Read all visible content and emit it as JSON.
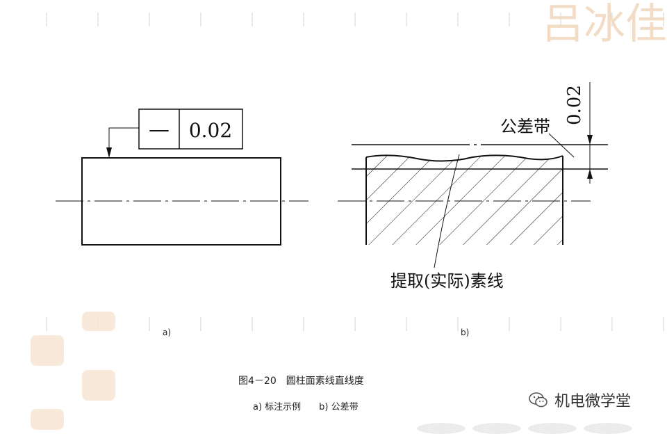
{
  "diagram": {
    "tolerance_symbol": "—",
    "tolerance_value": "0.02",
    "zone_label": "公差带",
    "zone_dimension": "0.02",
    "extracted_line_label": "提取(实际)素线",
    "label_a": "a)",
    "label_b": "b)"
  },
  "caption": {
    "title": "图4－20　圆柱面素线直线度",
    "subtitle": "a) 标注示例　　b) 公差带"
  },
  "watermark": {
    "brand": "机电微学堂",
    "logo_text": "吕冰佳",
    "wechat_icon": "wechat-icon",
    "colors": {
      "stamp": "#f6e3d2",
      "grid_dash": "#e9e9e9"
    }
  }
}
